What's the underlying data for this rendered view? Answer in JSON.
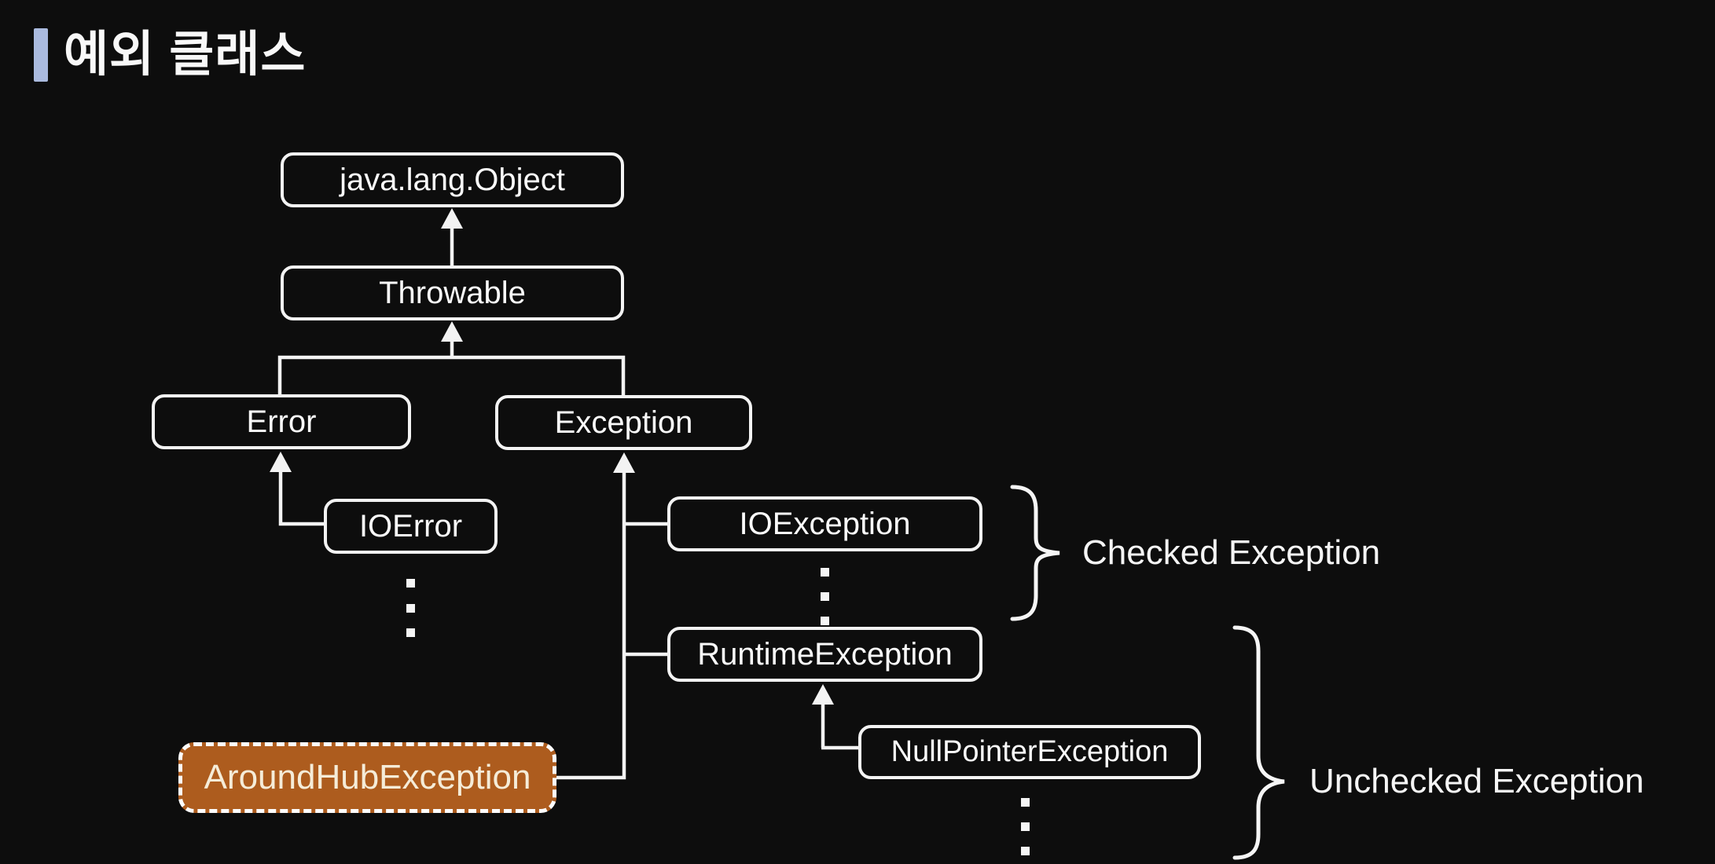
{
  "title": {
    "text": "예외 클래스",
    "accent_color": "#aabade"
  },
  "diagram": {
    "colors": {
      "background": "#0d0d0d",
      "line": "#f3f3f3",
      "node_border": "#f3f3f3",
      "node_text": "#fafafa",
      "highlight_fill": "#ad5c1e",
      "highlight_text": "#f5ecd8",
      "highlight_border": "#fdfdfd"
    },
    "nodes": {
      "object": {
        "label": "java.lang.Object"
      },
      "throwable": {
        "label": "Throwable"
      },
      "error": {
        "label": "Error"
      },
      "exception": {
        "label": "Exception"
      },
      "ioerror": {
        "label": "IOError"
      },
      "ioexception": {
        "label": "IOException"
      },
      "runtime": {
        "label": "RuntimeException"
      },
      "npe": {
        "label": "NullPointerException"
      },
      "aroundhub": {
        "label": "AroundHubException"
      }
    },
    "annotations": {
      "checked": {
        "label": "Checked Exception"
      },
      "unchecked": {
        "label": "Unchecked Exception"
      }
    }
  }
}
